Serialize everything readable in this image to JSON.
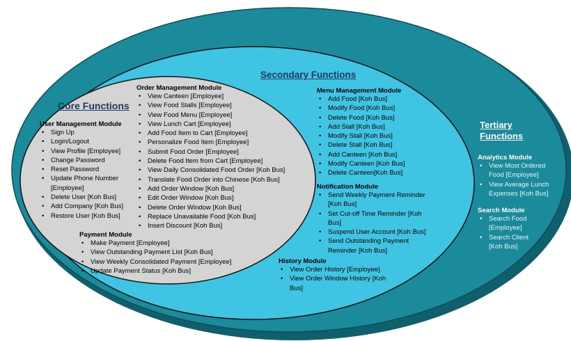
{
  "core": {
    "title": "Core Functions",
    "user_management": {
      "title": "User Management Module",
      "items": [
        "Sign Up",
        "Login/Logout",
        "View Profile [Employee]",
        "Change Password",
        "Reset Password",
        "Update Phone Number [Employee]",
        "Delete User [Koh Bus]",
        "Add Company [Koh Bus]",
        "Restore User [Koh Bus]"
      ]
    },
    "order_management": {
      "title": "Order Management Module",
      "items": [
        "View Canteen [Employee]",
        "View Food Stalls [Employee]",
        "View Food Menu [Employee]",
        "View Lunch Cart [Employee]",
        "Add Food Item to Cart [Employee]",
        "Personalize Food Item [Employee]",
        "Submit Food Order [Employee]",
        "Delete Food Item from Cart [Employee]",
        "View Daily Consolidated Food Order [Koh Bus]",
        "Translate Food Order into Chinese [Koh Bus]",
        "Add Order Window [Koh Bus]",
        "Edit Order Window [Koh Bus]",
        "Delete Order Window [Koh Bus]",
        "Replace Unavailable Food [Koh Bus]",
        "Insert Discount [Koh Bus]"
      ]
    },
    "payment": {
      "title": "Payment Module",
      "items": [
        "Make Payment [Employee]",
        "View Outstanding Payment List [Koh Bus]",
        "View Weekly Consolidated Payment [Employee]",
        "Update Payment Status [Koh Bus]"
      ]
    }
  },
  "secondary": {
    "title": "Secondary Functions",
    "menu_management": {
      "title": "Menu Management Module",
      "items": [
        "Add Food [Koh Bus]",
        "Modify Food [Koh Bus]",
        "Delete Food [Koh Bus]",
        "Add Stall [Koh Bus]",
        "Modify Stall [Koh Bus]",
        "Delete Stall [Koh Bus]",
        "Add Canteen  [Koh Bus]",
        "Modify Canteen [Koh Bus]",
        "Delete Canteen[Koh Bus]"
      ]
    },
    "notification": {
      "title": "Notification Module",
      "items": [
        "Send Weekly Payment Reminder [Koh Bus]",
        "Set Cut-off Time Reminder [Koh Bus]",
        "Suspend User Account [Koh Bus]",
        "Send Outstanding Payment Reminder [Koh Bus]"
      ]
    },
    "history": {
      "title": "History Module",
      "items": [
        "View Order History [Employee]",
        "View Order Window History [Koh Bus]"
      ]
    }
  },
  "tertiary": {
    "title": "Tertiary Functions",
    "analytics": {
      "title": "Analytics Module",
      "items": [
        "View Most Ordered Food [Employee]",
        "View Average Lunch Expenses [Koh Bus]"
      ]
    },
    "search": {
      "title": "Search Module",
      "items": [
        "Search Food [Employee]",
        "Search Client [Koh Bus]"
      ]
    }
  },
  "colors": {
    "outer_ellipse": "#1b8a9a",
    "outer_ellipse_shadow": "#0f5f6c",
    "middle_ellipse": "#40c4e4",
    "inner_ellipse": "#d4d4d4",
    "core_title": "#1f3864",
    "secondary_title": "#1f3864",
    "tertiary_title": "#ffffff",
    "ellipse_border": "#111111"
  }
}
